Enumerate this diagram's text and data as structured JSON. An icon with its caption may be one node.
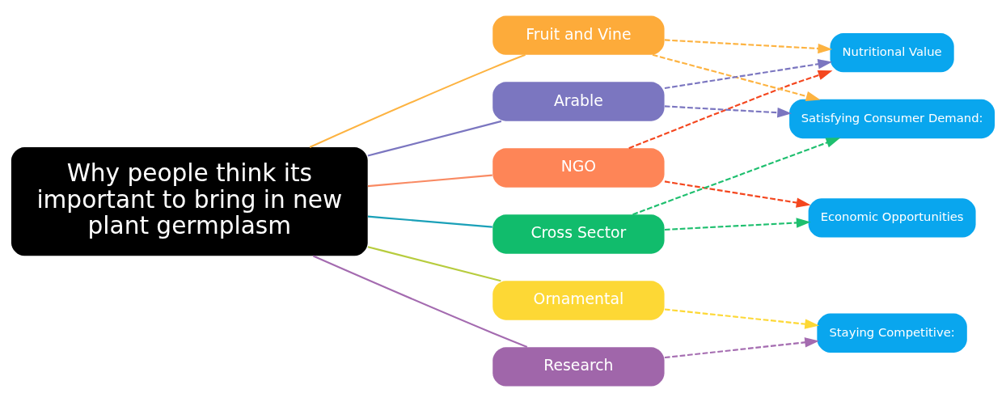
{
  "diagram": {
    "nodes": [
      {
        "text": [
          "Why people think its important to bring in new plant germplasm"
        ]
      },
      {
        "text": [
          "NGO"
        ]
      },
      {
        "text": [
          "Fruit and Vine"
        ]
      },
      {
        "text": [
          "Ornamental"
        ]
      },
      {
        "text": [
          "Cross Sector"
        ]
      },
      {
        "text": [
          "Arable"
        ]
      },
      {
        "text": [
          "Research"
        ]
      },
      {
        "text": [
          "Nutritional Value"
        ]
      },
      {
        "text": [
          "Economic Opportunities"
        ]
      },
      {
        "text": [
          "Satisfying Consumer Demand:"
        ]
      },
      {
        "text": [
          "Staying Competitive:"
        ]
      }
    ],
    "edges": [
      {
        "from": 0,
        "to": 1,
        "arrow": "none",
        "color": "#f98a63"
      },
      {
        "from": 0,
        "to": 2,
        "arrow": "none",
        "color": "#fdb341"
      },
      {
        "from": 0,
        "to": 3,
        "arrow": "none",
        "color": "#b7cc3e"
      },
      {
        "from": 0,
        "to": 4,
        "arrow": "none",
        "color": "#1aa0b8"
      },
      {
        "from": 0,
        "to": 5,
        "arrow": "none",
        "color": "#7b76c0"
      },
      {
        "from": 0,
        "to": 6,
        "arrow": "none",
        "color": "#a46bb0"
      },
      {
        "from": 1,
        "to": 7,
        "arrow": "to",
        "style": "dashed",
        "color": "#f4471f"
      },
      {
        "from": 1,
        "to": 8,
        "arrow": "to",
        "style": "dashed",
        "color": "#f4471f"
      },
      {
        "from": 2,
        "to": 7,
        "arrow": "to",
        "style": "dashed",
        "color": "#fdb341"
      },
      {
        "from": 2,
        "to": 9,
        "arrow": "to",
        "style": "dashed",
        "color": "#fdb341"
      },
      {
        "from": 3,
        "to": 10,
        "arrow": "to",
        "style": "dashed",
        "color": "#fdd835"
      },
      {
        "from": 4,
        "to": 8,
        "arrow": "to",
        "style": "dashed",
        "color": "#1fbf6f"
      },
      {
        "from": 4,
        "to": 9,
        "arrow": "to",
        "style": "dashed",
        "color": "#1fbf6f"
      },
      {
        "from": 5,
        "to": 7,
        "arrow": "to",
        "style": "dashed",
        "color": "#7b76c0"
      },
      {
        "from": 5,
        "to": 9,
        "arrow": "to",
        "style": "dashed",
        "color": "#7b76c0"
      },
      {
        "from": 6,
        "to": 10,
        "arrow": "to",
        "style": "dashed",
        "color": "#a46bb0"
      }
    ]
  }
}
